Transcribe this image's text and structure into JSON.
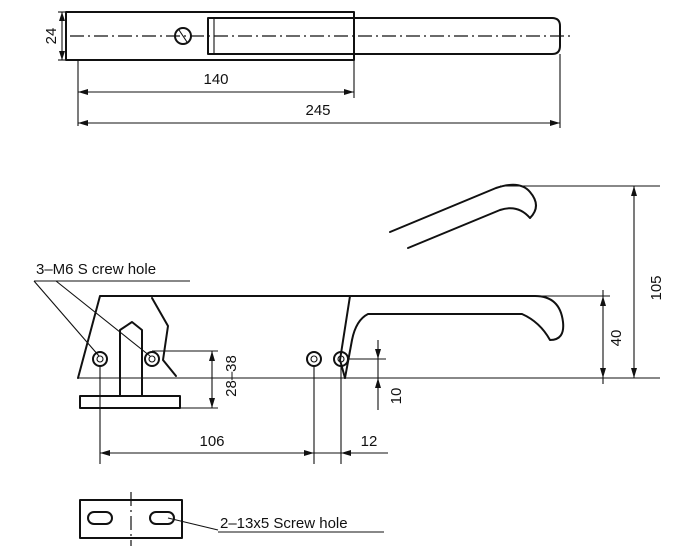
{
  "top_view": {
    "dim_height": "24",
    "dim_length_short": "140",
    "dim_length_total": "245"
  },
  "side_view": {
    "label_screw_holes": "3–M6  S crew hole",
    "dim_total_height": "105",
    "dim_handle_height": "40",
    "dim_adjust_range": "28–38",
    "dim_hole_offset": "10",
    "dim_hole_spacing_left": "106",
    "dim_hole_spacing_right": "12"
  },
  "bottom_view": {
    "label_slot_holes": "2–13x5  Screw hole"
  }
}
